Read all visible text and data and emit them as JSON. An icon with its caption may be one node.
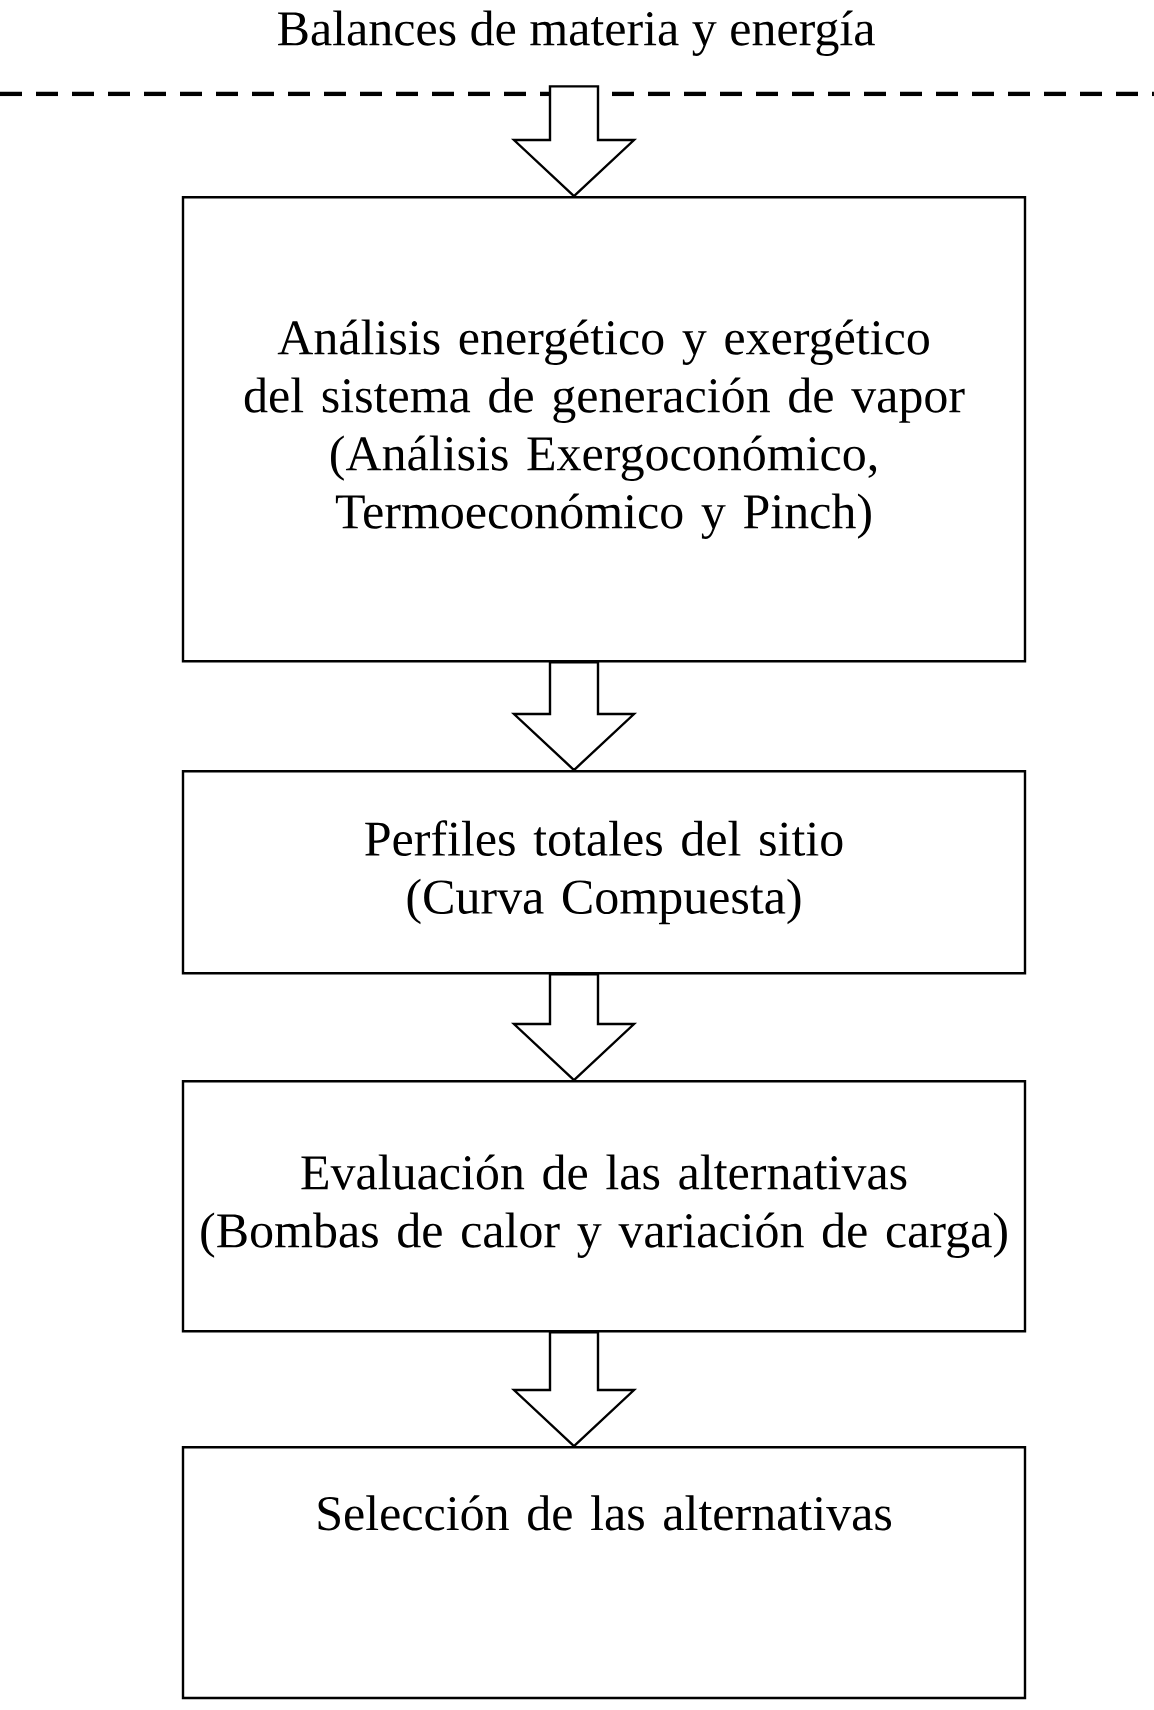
{
  "diagram": {
    "nodes": [
      {
        "text": [
          "Balances de materia y energía"
        ]
      },
      {
        "text": [
          "Análisis energético y exergético del sistema de generación de vapor",
          "(Análisis Exergoconómico, Termoeconómico y Pinch)"
        ]
      },
      {
        "text": [
          "Perfiles totales del sitio",
          "(Curva Compuesta)"
        ]
      },
      {
        "text": [
          "Evaluación de las alternativas",
          "(Bombas de calor y variación de carga)"
        ]
      },
      {
        "text": [
          "Selección de las alternativas"
        ]
      }
    ],
    "edges": [
      {
        "from": 0,
        "to": 1,
        "arrow": "to"
      },
      {
        "from": 1,
        "to": 2,
        "arrow": "to"
      },
      {
        "from": 2,
        "to": 3,
        "arrow": "to"
      },
      {
        "from": 3,
        "to": 4,
        "arrow": "to"
      }
    ]
  }
}
